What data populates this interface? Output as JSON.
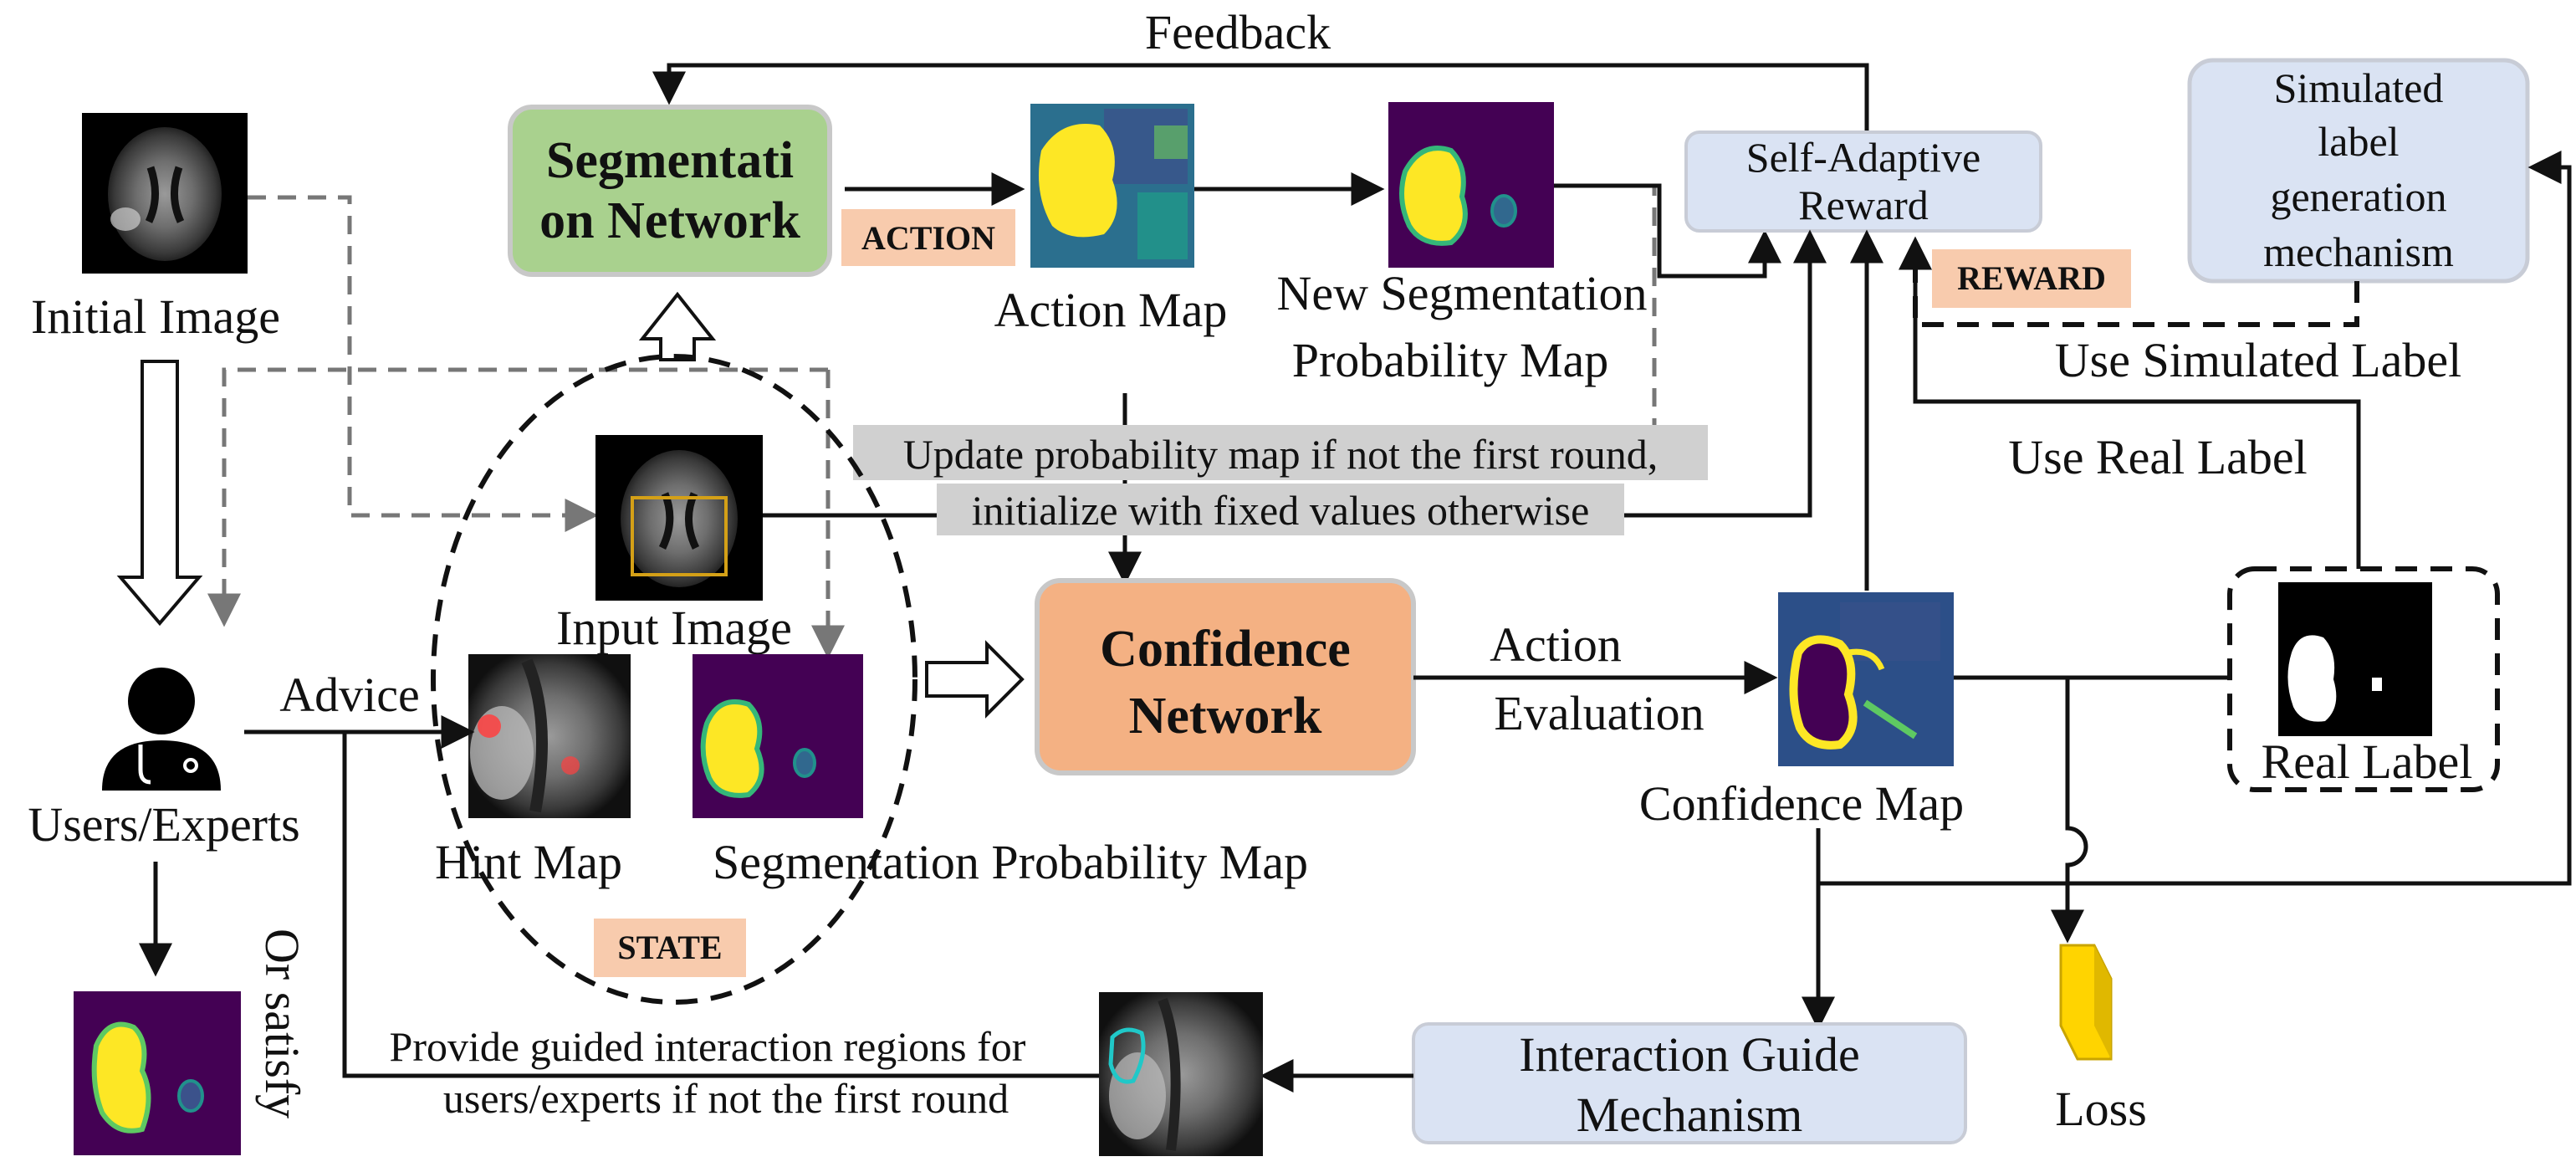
{
  "labels": {
    "feedback": "Feedback",
    "initial_image": "Initial Image",
    "users_experts": "Users/Experts",
    "advice": "Advice",
    "or_satisfy": "Or satisfy",
    "action_map": "Action Map",
    "new_seg_line1": "New Segmentation",
    "new_seg_line2": "Probability Map",
    "input_image": "Input Image",
    "hint_map": "Hint Map",
    "seg_prob_map": "Segmentation Probability Map",
    "action_eval_line1": "Action",
    "action_eval_line2": "Evaluation",
    "confidence_map": "Confidence Map",
    "real_label": "Real Label",
    "use_simulated_label": "Use Simulated Label",
    "use_real_label": "Use Real Label",
    "loss": "Loss",
    "update_line1": "Update probability map if not the first round,",
    "update_line2": "initialize with fixed values otherwise",
    "guided_line1": "Provide guided interaction regions for",
    "guided_line2": "users/experts if not the first round"
  },
  "boxes": {
    "segmentation_network_line1": "Segmentati",
    "segmentation_network_line2": "on Network",
    "confidence_network_line1": "Confidence",
    "confidence_network_line2": "Network",
    "self_adaptive_line1": "Self-Adaptive",
    "self_adaptive_line2": "Reward",
    "simulated_line1": "Simulated",
    "simulated_line2": "label",
    "simulated_line3": "generation",
    "simulated_line4": "mechanism",
    "interaction_line1": "Interaction Guide",
    "interaction_line2": "Mechanism"
  },
  "tags": {
    "action": "ACTION",
    "state": "STATE",
    "reward": "REWARD"
  },
  "colors": {
    "seg_network_fill": "#a9d18e",
    "confidence_network_fill": "#f4b183",
    "blue_box_fill": "#dae3f3",
    "tag_fill": "#f8cbad",
    "gray_banner": "#d0d0d0",
    "viridis_dark": "#440154",
    "viridis_yellow": "#fde725",
    "loss_yellow": "#ffd400"
  }
}
